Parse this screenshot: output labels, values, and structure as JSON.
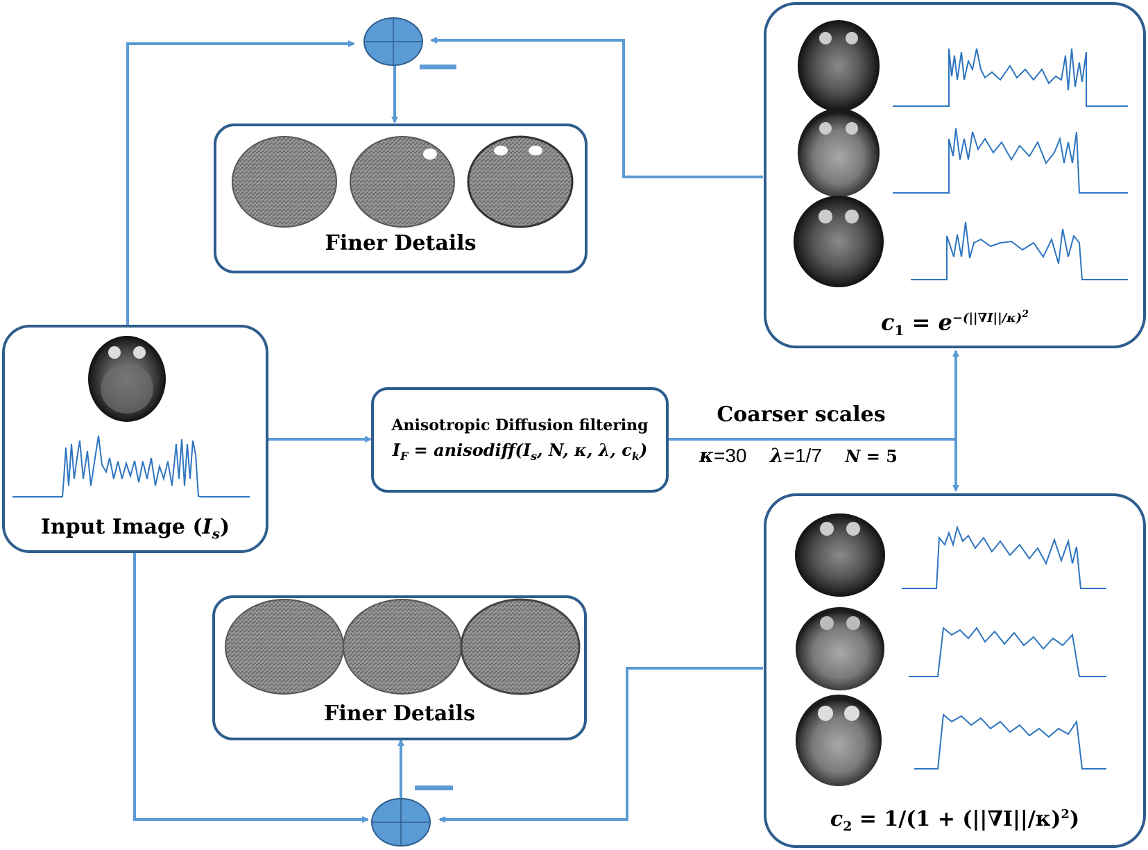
{
  "colors": {
    "line": "#5b9bd5",
    "box_border": "#2e5d8e",
    "node_fill": "#5b9bd5",
    "signal": "#2e75c0"
  },
  "input": {
    "label": "Input Image",
    "symbol": "I",
    "sub": "s"
  },
  "filter": {
    "title": "Anisotropic Diffusion filtering",
    "lhs": "I",
    "lhs_sub": "F",
    "eq_text": " = anisodiff(",
    "args": [
      {
        "sym": "I",
        "sub": "s"
      },
      {
        "sym": "N",
        "sub": ""
      },
      {
        "sym": "κ",
        "sub": ""
      },
      {
        "sym": "λ",
        "sub": ""
      },
      {
        "sym": "c",
        "sub": "k"
      }
    ],
    "close": ")"
  },
  "coarser": {
    "title": "Coarser scales",
    "kappa_sym": "κ",
    "kappa_val": "=30",
    "lambda_sym": "λ",
    "lambda_val": "=1/7",
    "n_sym": "N",
    "n_val": " = 5"
  },
  "finer_top": {
    "label": "Finer Details"
  },
  "finer_bottom": {
    "label": "Finer Details"
  },
  "c1": {
    "sym": "c",
    "sub": "1",
    "eq": " = ",
    "base": "e",
    "exp": "−(||∇I||/κ)",
    "exp_pow": "2"
  },
  "c2": {
    "sym": "c",
    "sub": "2",
    "eq": " = ",
    "body": "1/(1 + (||∇I||/κ)",
    "pow": "2",
    "close": ")"
  },
  "minus_top": "",
  "minus_bottom": ""
}
